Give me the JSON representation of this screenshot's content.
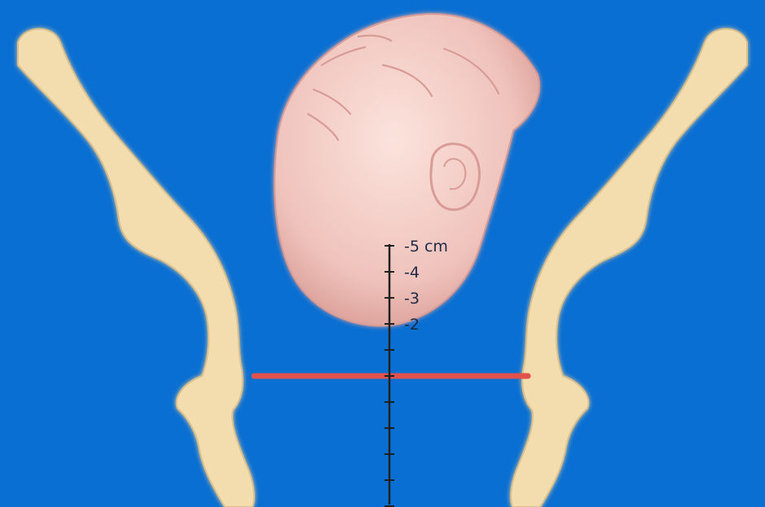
{
  "colors": {
    "background": "#0a6fd2",
    "bone": "#f3dcae",
    "bone_outline": "#d8bf8c",
    "skin": "#f2c9c2",
    "skin_shadow": "#d99b95",
    "station_line": "#e2514c",
    "scale": "#202020"
  },
  "scale": {
    "unit_label": "cm",
    "ticks": [
      {
        "value": -5,
        "label": "-5 cm"
      },
      {
        "value": -4,
        "label": "-4"
      },
      {
        "value": -3,
        "label": "-3"
      },
      {
        "value": -2,
        "label": "-2"
      },
      {
        "value": -1,
        "label": ""
      },
      {
        "value": 0,
        "label": ""
      },
      {
        "value": 1,
        "label": ""
      },
      {
        "value": 2,
        "label": ""
      },
      {
        "value": 3,
        "label": ""
      },
      {
        "value": 4,
        "label": ""
      },
      {
        "value": 5,
        "label": ""
      }
    ]
  },
  "icons": {
    "head": "fetal-head-icon",
    "pelvis_left": "pelvic-bone-left-icon",
    "pelvis_right": "pelvic-bone-right-icon"
  }
}
